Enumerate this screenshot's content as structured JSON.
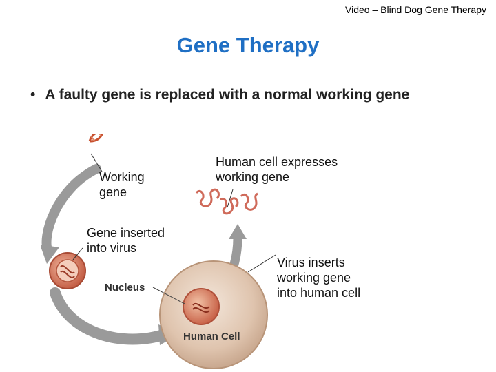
{
  "header": {
    "note": "Video – Blind Dog Gene Therapy"
  },
  "slide": {
    "title": "Gene Therapy",
    "bullet": "A faulty gene is replaced with a normal working gene"
  },
  "diagram": {
    "labels": {
      "working_gene_line1": "Working",
      "working_gene_line2": "gene",
      "gene_inserted_line1": "Gene inserted",
      "gene_inserted_line2": "into virus",
      "human_cell_expresses_line1": "Human cell expresses",
      "human_cell_expresses_line2": "working gene",
      "virus_inserts_line1": "Virus inserts",
      "virus_inserts_line2": "working gene",
      "virus_inserts_line3": "into human cell"
    },
    "image_text": {
      "nucleus": "Nucleus",
      "human_cell": "Human Cell"
    },
    "colors": {
      "dna_red": "#c8502e",
      "arrow_gray": "#8c8c8c",
      "cell_fill": "#e3cbb8",
      "nucleus_fill": "#d9775a",
      "protein_red": "#cf6a5a"
    }
  }
}
